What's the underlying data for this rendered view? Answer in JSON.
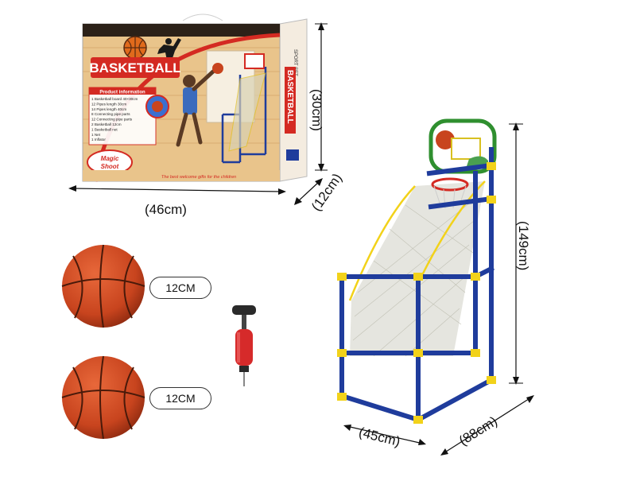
{
  "box": {
    "brand": "BASKETBALL",
    "side_label": "SPORT SET",
    "side_brand": "BASKETBALL",
    "info_title": "Product information",
    "info_lines": [
      "1 Basketball board 40×30cm",
      "12 Pipes length 30cm",
      "14 Pipes length 40cm",
      "8 Connecting pipe parts",
      "12 Connecting pipe parts",
      "2 Basketball 12cm",
      "1 Basketball net",
      "1 Net",
      "1 Inflator"
    ],
    "badge_line1": "Magic",
    "badge_line2": "Shoot",
    "slogan": "The best welcome gifts for the children"
  },
  "dimensions": {
    "box_height": "(30cm)",
    "box_width": "(46cm)",
    "box_depth": "(12cm)",
    "stand_height": "(149cm)",
    "stand_width": "(45cm)",
    "stand_depth": "(88cm)"
  },
  "balls": [
    {
      "label": "12CM"
    },
    {
      "label": "12CM"
    }
  ],
  "colors": {
    "frame_blue": "#1f3c9c",
    "frame_yellow": "#f2d21a",
    "ball_orange": "#c8441e",
    "box_red": "#d42a22",
    "box_wood": "#e9c48b"
  }
}
